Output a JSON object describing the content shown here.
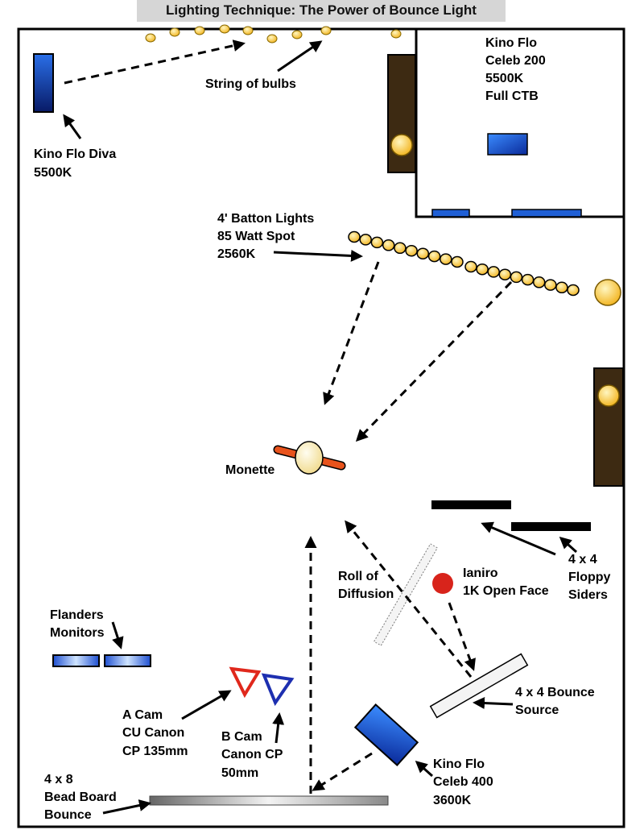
{
  "title": "Lighting Technique: The Power of Bounce Light",
  "labels": {
    "string_of_bulbs": "String of bulbs",
    "kino_flo_diva": [
      "Kino Flo Diva",
      "5500K"
    ],
    "kino_flo_celeb_200": [
      "Kino Flo",
      "Celeb 200",
      "5500K",
      "Full CTB"
    ],
    "batton_lights": [
      "4' Batton Lights",
      "85 Watt Spot",
      "2560K"
    ],
    "monette": "Monette",
    "roll_of_diffusion": [
      "Roll of",
      "Diffusion"
    ],
    "ianiro": [
      "Ianiro",
      "1K Open Face"
    ],
    "floppy_siders": [
      "4 x 4",
      "Floppy",
      "Siders"
    ],
    "flanders_monitors": [
      "Flanders",
      "Monitors"
    ],
    "a_cam": [
      "A Cam",
      "CU Canon",
      "CP 135mm"
    ],
    "b_cam": [
      "B Cam",
      "Canon CP",
      "50mm"
    ],
    "bounce_source": [
      "4 x 4 Bounce",
      "Source"
    ],
    "kino_flo_celeb_400": [
      "Kino Flo",
      "Celeb 400",
      "3600K"
    ],
    "bead_board": [
      "4 x 8",
      "Bead Board",
      "Bounce"
    ]
  },
  "colors": {
    "kino_blue": "#1f5fd6",
    "bulb_yellow": "#ffd35a",
    "wood_brown": "#3d2a12",
    "a_cam_red": "#e0281c",
    "b_cam_blue": "#1d2fb0",
    "ianiro_red": "#d8241b"
  }
}
